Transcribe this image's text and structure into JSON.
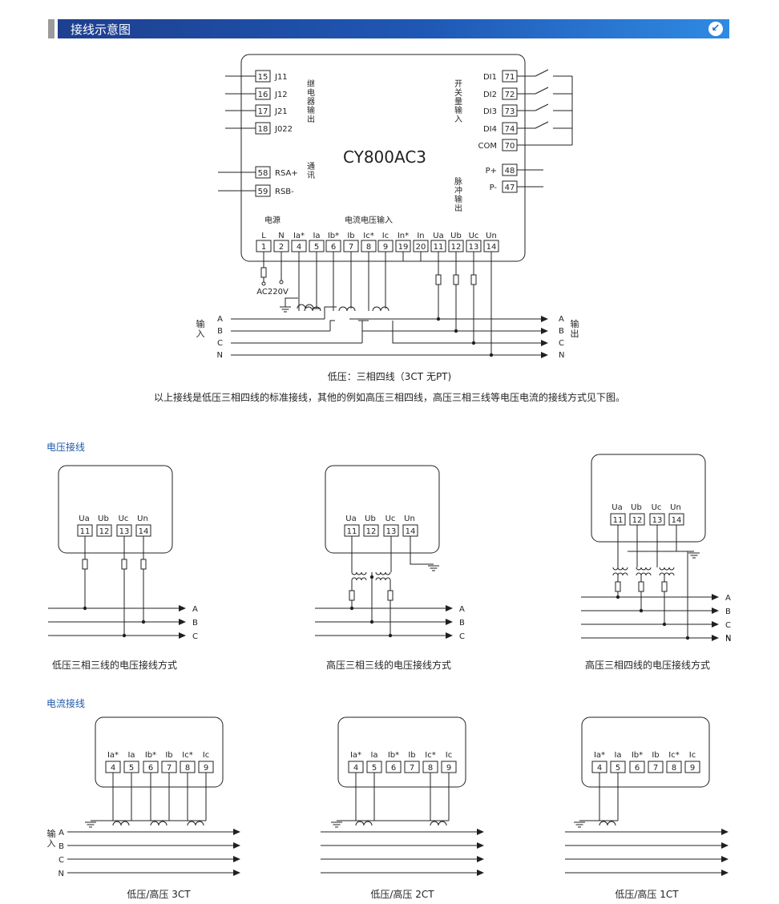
{
  "header": {
    "title": "接线示意图",
    "icon": "arrow-down-left-icon"
  },
  "main": {
    "model": "CY800AC3",
    "relay_label": "继电器输出",
    "comm_label": "通讯",
    "switch_label": "开关量输入",
    "pulse_label": "脉冲输出",
    "power_label": "电源",
    "io_label": "电流电压输入",
    "ac_label": "AC220V",
    "left_terminals": [
      {
        "num": "15",
        "name": "J11"
      },
      {
        "num": "16",
        "name": "J12"
      },
      {
        "num": "17",
        "name": "J21"
      },
      {
        "num": "18",
        "name": "J022"
      },
      {
        "num": "58",
        "name": "RSA+"
      },
      {
        "num": "59",
        "name": "RSB-"
      }
    ],
    "right_terminals": [
      {
        "num": "71",
        "name": "DI1"
      },
      {
        "num": "72",
        "name": "DI2"
      },
      {
        "num": "73",
        "name": "DI3"
      },
      {
        "num": "74",
        "name": "DI4"
      },
      {
        "num": "70",
        "name": "COM"
      },
      {
        "num": "48",
        "name": "P+"
      },
      {
        "num": "47",
        "name": "P-"
      }
    ],
    "bottom_terminals": [
      {
        "num": "1",
        "name": "L"
      },
      {
        "num": "2",
        "name": "N"
      },
      {
        "num": "4",
        "name": "Ia*"
      },
      {
        "num": "5",
        "name": "Ia"
      },
      {
        "num": "6",
        "name": "Ib*"
      },
      {
        "num": "7",
        "name": "Ib"
      },
      {
        "num": "8",
        "name": "Ic*"
      },
      {
        "num": "9",
        "name": "Ic"
      },
      {
        "num": "19",
        "name": "In*"
      },
      {
        "num": "20",
        "name": "In"
      },
      {
        "num": "11",
        "name": "Ua"
      },
      {
        "num": "12",
        "name": "Ub"
      },
      {
        "num": "13",
        "name": "Uc"
      },
      {
        "num": "14",
        "name": "Un"
      }
    ],
    "lines": [
      "A",
      "B",
      "C",
      "N"
    ],
    "input_label": "输入",
    "output_label": "输出",
    "caption": "低压：三相四线（3CT 无PT)",
    "note": "以上接线是低压三相四线的标准接线，其他的例如高压三相四线，高压三相三线等电压电流的接线方式见下图。"
  },
  "voltage": {
    "title": "电压接线",
    "terminals": [
      {
        "num": "11",
        "name": "Ua"
      },
      {
        "num": "12",
        "name": "Ub"
      },
      {
        "num": "13",
        "name": "Uc"
      },
      {
        "num": "14",
        "name": "Un"
      }
    ],
    "captions": [
      "低压三相三线的电压接线方式",
      "高压三相三线的电压接线方式",
      "高压三相四线的电压接线方式"
    ]
  },
  "current": {
    "title": "电流接线",
    "terminals": [
      {
        "num": "4",
        "name": "Ia*"
      },
      {
        "num": "5",
        "name": "Ia"
      },
      {
        "num": "6",
        "name": "Ib*"
      },
      {
        "num": "7",
        "name": "Ib"
      },
      {
        "num": "8",
        "name": "Ic*"
      },
      {
        "num": "9",
        "name": "Ic"
      }
    ],
    "input_label": "输入",
    "captions": [
      "低压/高压 3CT",
      "低压/高压 2CT",
      "低压/高压 1CT"
    ]
  },
  "colors": {
    "header_start": "#1d3f8f",
    "header_end": "#2f8ae3",
    "section_title": "#1f5aa8",
    "line": "#231f20"
  }
}
